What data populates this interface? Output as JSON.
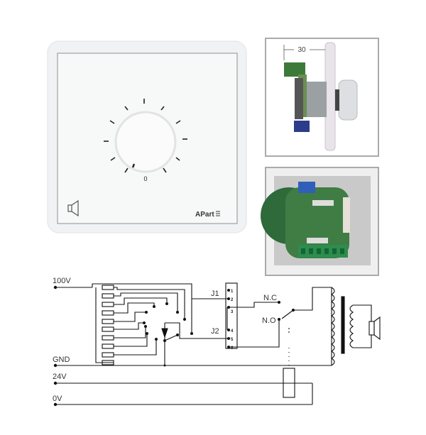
{
  "product_photo": {
    "dial_zero_mark": "0",
    "brand_logo": "APart",
    "speaker_symbol": "speaker-icon"
  },
  "side_view": {
    "dimension_label": "30"
  },
  "rear_view": {},
  "schematic": {
    "inputs": [
      "100V",
      "GND",
      "24V",
      "0V"
    ],
    "jumpers": [
      "J1",
      "J2"
    ],
    "pins": [
      "1",
      "2",
      "3",
      "4",
      "5",
      "6"
    ],
    "relay_contacts": [
      "N.C",
      "N.O"
    ]
  }
}
